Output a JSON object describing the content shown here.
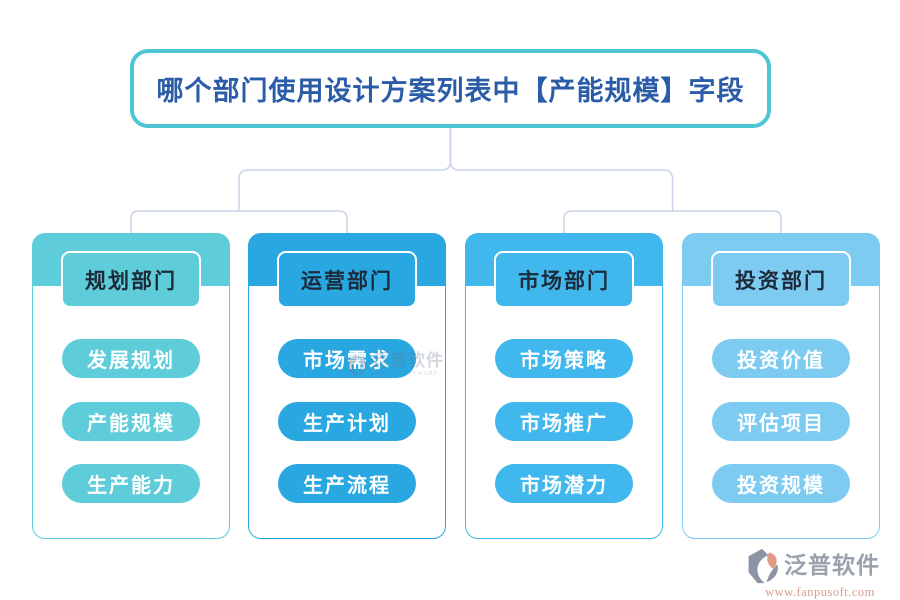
{
  "title": "哪个部门使用设计方案列表中【产能规模】字段",
  "columns": [
    {
      "header": "规划部门",
      "accent": "#5ecdd9",
      "items": [
        "发展规划",
        "产能规模",
        "生产能力"
      ]
    },
    {
      "header": "运营部门",
      "accent": "#29a7e0",
      "items": [
        "市场需求",
        "生产计划",
        "生产流程"
      ]
    },
    {
      "header": "市场部门",
      "accent": "#40b8ed",
      "items": [
        "市场策略",
        "市场推广",
        "市场潜力"
      ]
    },
    {
      "header": "投资部门",
      "accent": "#7ecbf2",
      "items": [
        "投资价值",
        "评估项目",
        "投资规模"
      ]
    }
  ],
  "colors": {
    "title-border": "#4ec6d4",
    "title-text": "#2b5ca8",
    "connector": "#c9d3e8",
    "header-text": "#1c2a3a",
    "brand-gray": "#99a1ad",
    "url-salmon": "#dd9a90"
  },
  "watermark": {
    "text": "泛普软件",
    "caption": "FANPU SOFTWARE"
  },
  "footer": {
    "brand": "泛普软件",
    "url": "www.fanpusoft.com"
  }
}
